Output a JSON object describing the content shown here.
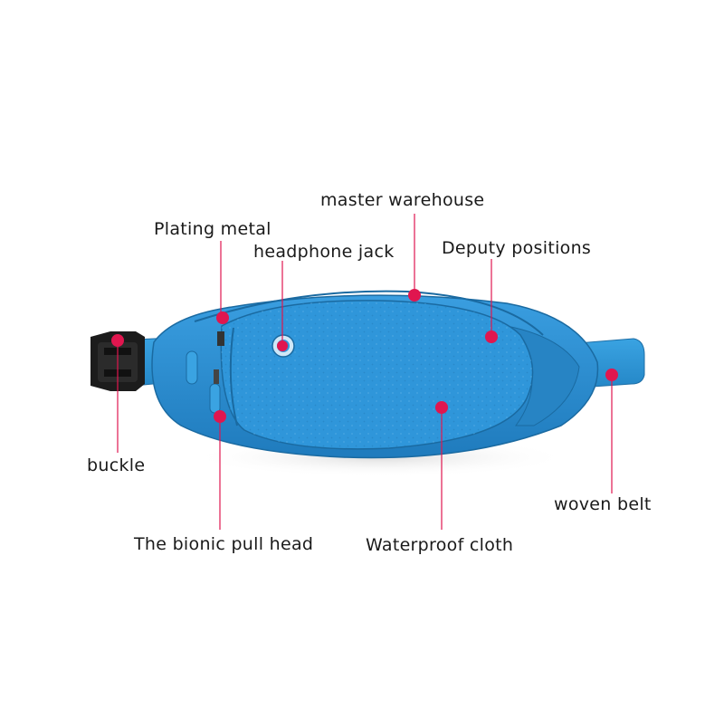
{
  "product": {
    "name": "waist bag",
    "color": "#2b8fd0"
  },
  "accent_color": "#e0164f",
  "labels": {
    "master_warehouse": "master warehouse",
    "plating_metal": "Plating metal",
    "headphone_jack": "headphone jack",
    "deputy_positions": "Deputy positions",
    "buckle": "buckle",
    "woven_belt": "woven belt",
    "bionic_pull_head": "The bionic pull head",
    "waterproof_cloth": "Waterproof cloth"
  }
}
